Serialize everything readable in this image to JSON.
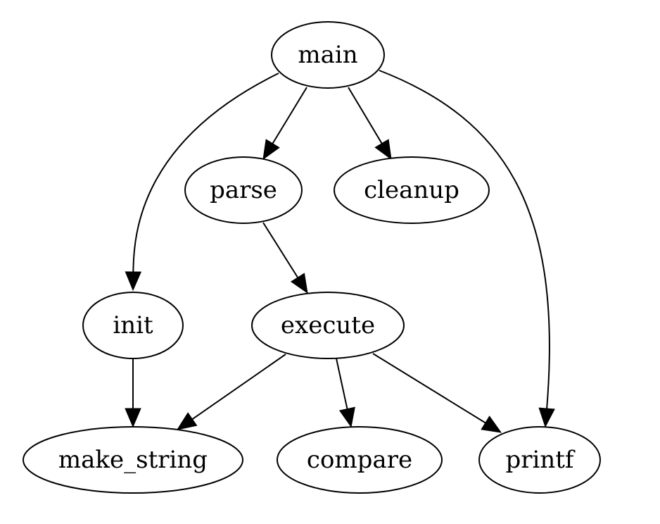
{
  "diagram": {
    "type": "directed-graph",
    "nodes": [
      {
        "id": "main",
        "label": "main"
      },
      {
        "id": "parse",
        "label": "parse"
      },
      {
        "id": "cleanup",
        "label": "cleanup"
      },
      {
        "id": "init",
        "label": "init"
      },
      {
        "id": "execute",
        "label": "execute"
      },
      {
        "id": "make_string",
        "label": "make_string"
      },
      {
        "id": "compare",
        "label": "compare"
      },
      {
        "id": "printf",
        "label": "printf"
      }
    ],
    "edges": [
      {
        "from": "main",
        "to": "parse"
      },
      {
        "from": "main",
        "to": "init"
      },
      {
        "from": "main",
        "to": "cleanup"
      },
      {
        "from": "main",
        "to": "printf"
      },
      {
        "from": "parse",
        "to": "execute"
      },
      {
        "from": "init",
        "to": "make_string"
      },
      {
        "from": "execute",
        "to": "make_string"
      },
      {
        "from": "execute",
        "to": "compare"
      },
      {
        "from": "execute",
        "to": "printf"
      }
    ],
    "colors": {
      "stroke": "#000000",
      "fill": "#ffffff",
      "background": "#ffffff"
    }
  }
}
